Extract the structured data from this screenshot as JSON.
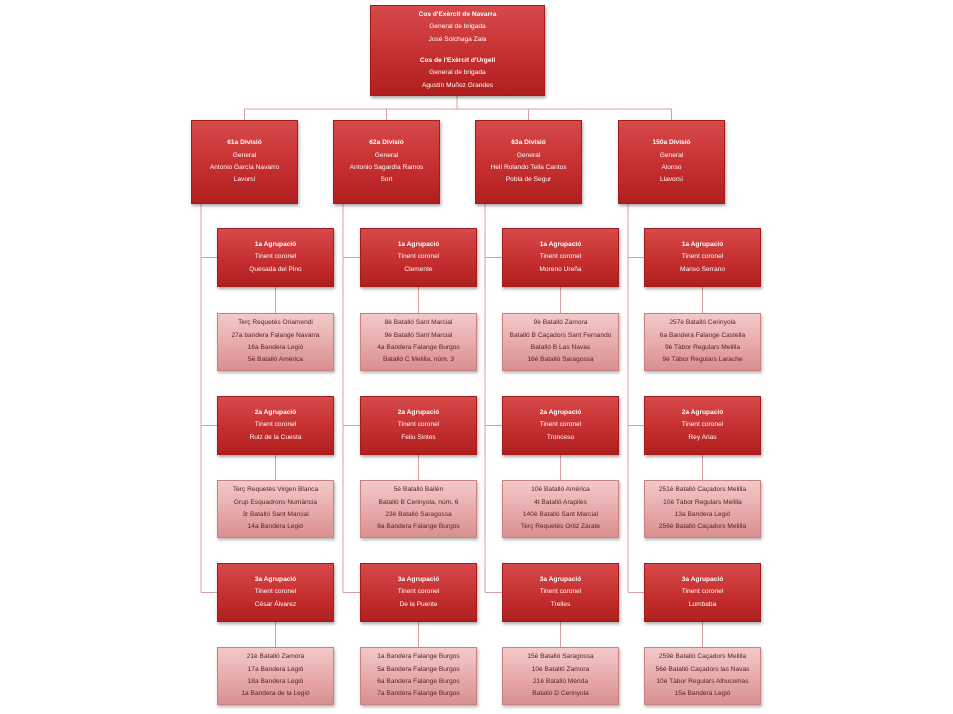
{
  "top": {
    "block1": {
      "title": "Cos d'Exèrcit de Navarra",
      "rank": "General de brigada",
      "name": "José Solchaga Zala"
    },
    "block2": {
      "title": "Cos de l'Exèrcit d'Urgell",
      "rank": "General de brigada",
      "name": "Agustín Muñoz Grandes"
    }
  },
  "divisions": [
    {
      "title": "61a Divisió",
      "rank": "General",
      "name": "Antonio García Navarro",
      "place": "Lavorsí",
      "groups": [
        {
          "title": "1a Agrupació",
          "rank": "Tinent coronel",
          "name": "Quesada del Pino",
          "units": [
            "Terç Requetès Oriamendi",
            "27a bandera Falange Navarra",
            "16a Bandera Legió",
            "5è Batalló Amèrica"
          ]
        },
        {
          "title": "2a Agrupació",
          "rank": "Tinent coronel",
          "name": "Ruiz de la Cuesta",
          "units": [
            "Terç Requetès Virgen Blanca",
            "Grup Esquadrons Numància",
            "3r Batalló Sant Marcial",
            "14a Bandera Legió"
          ]
        },
        {
          "title": "3a Agrupació",
          "rank": "Tinent coronel",
          "name": "César Álvarez",
          "units": [
            "21è Batalló Zamora",
            "17a Bandera Legió",
            "18a Bandera Legió",
            "1a Bandera de la Legió"
          ]
        }
      ]
    },
    {
      "title": "62a Divisió",
      "rank": "General",
      "name": "Antonio Sagardía Ramos",
      "place": "Sort",
      "groups": [
        {
          "title": "1a Agrupació",
          "rank": "Tinent coronel",
          "name": "Clemente",
          "units": [
            "8è Batalló Sant Marcial",
            "9è Batalló Sant Marcial",
            "4a Bandera Falange Burgos",
            "Batalló C Melilla, núm. 3"
          ]
        },
        {
          "title": "2a Agrupació",
          "rank": "Tinent coronel",
          "name": "Feliu Sintes",
          "units": [
            "5è Batalló Bailèn",
            "Batalló B Cerinyola, núm. 6",
            "23è Batalló Saragossa",
            "8a Bandera Falange Burgos"
          ]
        },
        {
          "title": "3a Agrupació",
          "rank": "Tinent coronel",
          "name": "De la Puente",
          "units": [
            "1a Bandera Falange Burgos",
            "5a Bandera Falange Burgos",
            "6a Bandera Falange Burgos",
            "7a Bandera Falange Burgos"
          ]
        }
      ]
    },
    {
      "title": "63a Divisió",
      "rank": "General",
      "name": "Helí Rolando Tella Cantos",
      "place": "Pobla de Segur",
      "groups": [
        {
          "title": "1a Agrupació",
          "rank": "Tinent coronel",
          "name": "Moreno Ureña",
          "units": [
            "9è Batalló Zamora",
            "Batalló B Caçadors Sant Fernando",
            "Batalló B Las Navas",
            "16è Batalló Saragossa"
          ]
        },
        {
          "title": "2a Agrupació",
          "rank": "Tinent coronel",
          "name": "Tronceso",
          "units": [
            "10è Batalló Amèrica",
            "4t Batalló Arapiles",
            "140è Batalló Sant Marcial",
            "Terç Requetès Ortiz Zárate"
          ]
        },
        {
          "title": "3a Agrupació",
          "rank": "Tinent coronel",
          "name": "Trelles",
          "units": [
            "15è Batalló Saragossa",
            "10è Batalló Zamora",
            "21è Batalló Mèrida",
            "Batalló D Cerinyola"
          ]
        }
      ]
    },
    {
      "title": "150a Divisió",
      "rank": "General",
      "name": "Alonso",
      "place": "Llavorsí",
      "groups": [
        {
          "title": "1a Agrupació",
          "rank": "Tinent coronel",
          "name": "Manso Serrano",
          "units": [
            "257è Batalló Cerinyola",
            "6a Bandera Falange Castella",
            "9è Tàbor Regulars Melilla",
            "9è Tàbor Regulars Larache"
          ]
        },
        {
          "title": "2a Agrupació",
          "rank": "Tinent coronel",
          "name": "Rey Arias",
          "units": [
            "251è Batalló Caçadors Melilla",
            "10è Tàbor Regulars Melilla",
            "13a Bandera Legió",
            "256è Batalló Caçadors Melilla"
          ]
        },
        {
          "title": "3a Agrupació",
          "rank": "Tinent coronel",
          "name": "Lumbaba",
          "units": [
            "259è Batalló Caçadors Melilla",
            "56è Batalló Caçadors las Navas",
            "10è Tàbor Regulars Alhucemas",
            "15a Bandera Legió"
          ]
        }
      ]
    }
  ]
}
